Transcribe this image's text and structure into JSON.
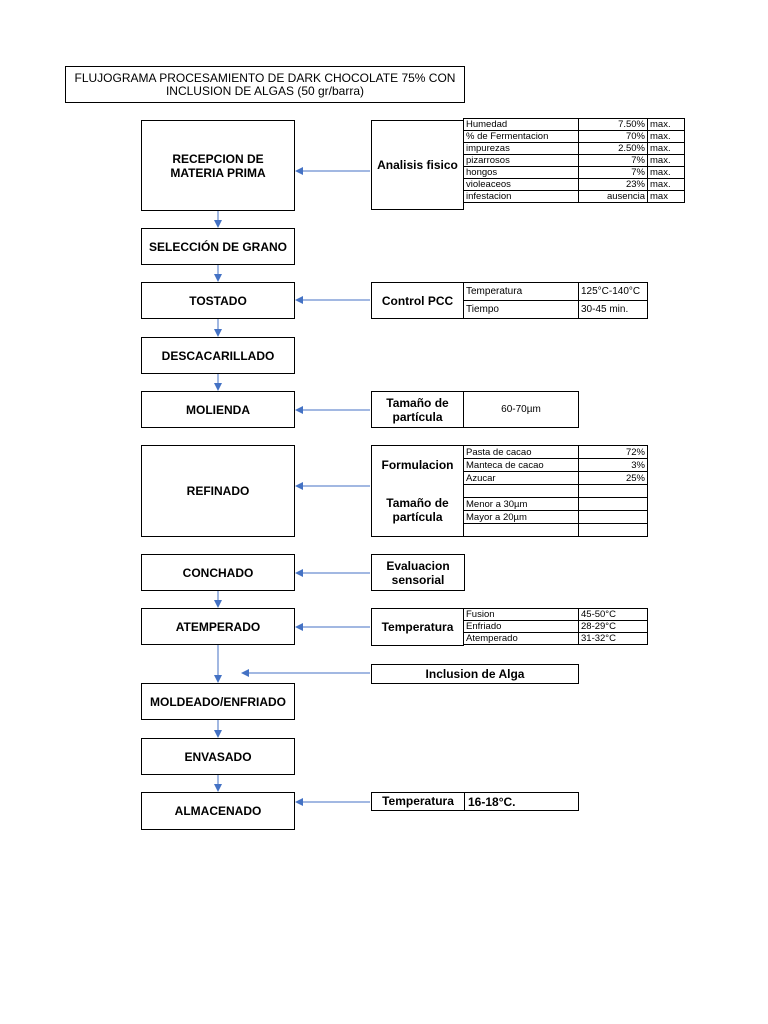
{
  "title": "FLUJOGRAMA PROCESAMIENTO DE DARK CHOCOLATE 75% CON INCLUSION DE ALGAS (50 gr/barra)",
  "steps": {
    "recepcion": "RECEPCION DE MATERIA PRIMA",
    "seleccion": "SELECCIÓN DE GRANO",
    "tostado": "TOSTADO",
    "descacarillado": "DESCACARILLADO",
    "molienda": "MOLIENDA",
    "refinado": "REFINADO",
    "conchado": "CONCHADO",
    "atemperado": "ATEMPERADO",
    "moldeado": "MOLDEADO/ENFRIADO",
    "envasado": "ENVASADO",
    "almacenado": "ALMACENADO"
  },
  "analisis": {
    "label": "Analisis fisico",
    "rows": [
      {
        "param": "Humedad",
        "value": "7.50%",
        "unit": "max."
      },
      {
        "param": "% de Fermentacion",
        "value": "70%",
        "unit": "max."
      },
      {
        "param": "impurezas",
        "value": "2.50%",
        "unit": "max."
      },
      {
        "param": "pizarrosos",
        "value": "7%",
        "unit": "max."
      },
      {
        "param": "hongos",
        "value": "7%",
        "unit": "max."
      },
      {
        "param": "violeaceos",
        "value": "23%",
        "unit": "max."
      },
      {
        "param": "infestacion",
        "value": "ausencia",
        "unit": "max"
      }
    ]
  },
  "control_pcc": {
    "label": "Control PCC",
    "rows": [
      {
        "param": "Temperatura",
        "value": "125°C-140°C"
      },
      {
        "param": "Tiempo",
        "value": "30-45 min."
      }
    ]
  },
  "molienda_particula": {
    "label": "Tamaño de partícula",
    "value": "60-70µm"
  },
  "formulacion": {
    "label": "Formulacion",
    "rows": [
      {
        "param": "Pasta de cacao",
        "value": "72%"
      },
      {
        "param": "Manteca de cacao",
        "value": "3%"
      },
      {
        "param": "Azucar",
        "value": "25%"
      }
    ]
  },
  "refinado_particula": {
    "label": "Tamaño de partícula",
    "rows": [
      {
        "param": "Menor a 30µm",
        "value": ""
      },
      {
        "param": "Mayor a 20µm",
        "value": ""
      },
      {
        "param": "",
        "value": ""
      }
    ]
  },
  "evaluacion": {
    "label": "Evaluacion sensorial"
  },
  "atemperado_temp": {
    "label": "Temperatura",
    "rows": [
      {
        "param": "Fusion",
        "value": "45-50°C"
      },
      {
        "param": "Enfriado",
        "value": "28-29°C"
      },
      {
        "param": "Atemperado",
        "value": "31-32°C"
      }
    ]
  },
  "inclusion": {
    "label": "Inclusion de Alga"
  },
  "almacenado_temp": {
    "label": "Temperatura",
    "value": "16-18°C."
  },
  "colors": {
    "arrow": "#4472C4",
    "border": "#000000"
  }
}
